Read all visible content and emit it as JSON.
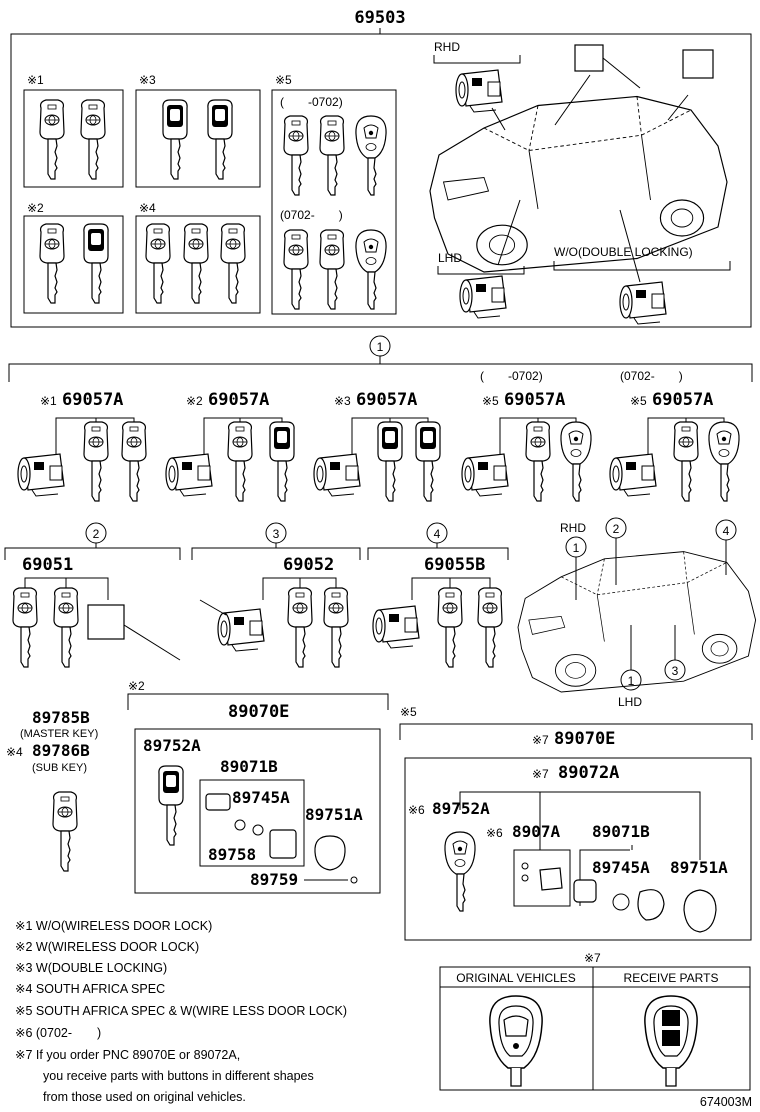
{
  "header_part": "69503",
  "footer_code": "674003M",
  "marks": {
    "m1": "※1",
    "m2": "※2",
    "m3": "※3",
    "m4": "※4",
    "m5": "※5",
    "m6": "※6",
    "m7": "※7"
  },
  "period_before": "(　　-0702)",
  "period_after": "(0702-　　)",
  "top": {
    "rhd": "RHD",
    "lhd": "LHD",
    "wo_double_locking": "W/O(DOUBLE LOCKING)"
  },
  "callouts": {
    "c1": "1",
    "c2": "2",
    "c3": "3",
    "c4": "4"
  },
  "cylinder_sets": {
    "part": "69057A",
    "prefixes": [
      "※1",
      "※2",
      "※3",
      "※5",
      "※5"
    ]
  },
  "row3": {
    "p2": "69051",
    "p3": "69052",
    "p4": "69055B"
  },
  "car_small": {
    "rhd": "RHD",
    "lhd": "LHD"
  },
  "keys": {
    "master_part": "89785B",
    "master_label": "(MASTER KEY)",
    "sub_part": "89786B",
    "sub_label": "(SUB KEY)",
    "sub_prefix": "※4"
  },
  "box2": {
    "prefix": "※2",
    "main": "89070E",
    "p_89752A": "89752A",
    "p_89071B": "89071B",
    "p_89745A": "89745A",
    "p_89751A": "89751A",
    "p_89758": "89758",
    "p_89759": "89759"
  },
  "box5": {
    "prefix": "※5",
    "main_prefix": "※7",
    "main": "89070E",
    "sub_prefix": "※7",
    "sub": "89072A",
    "p_89752A_prefix": "※6",
    "p_89752A": "89752A",
    "p_8907A_prefix": "※6",
    "p_8907A": "8907A",
    "p_89071B": "89071B",
    "p_89745A": "89745A",
    "p_89751A": "89751A"
  },
  "notes": [
    "※1 W/O(WIRELESS DOOR LOCK)",
    "※2 W(WIRELESS DOOR LOCK)",
    "※3 W(DOUBLE LOCKING)",
    "※4 SOUTH AFRICA SPEC",
    "※5 SOUTH AFRICA SPEC & W(WIRE LESS DOOR LOCK)",
    "※6 (0702-　　)",
    "※7  If you order PNC 89070E or 89072A,",
    "you receive parts with buttons in different shapes",
    "from those used on original vehicles."
  ],
  "comparison": {
    "mark": "※7",
    "original": "ORIGINAL VEHICLES",
    "receive": "RECEIVE PARTS"
  }
}
